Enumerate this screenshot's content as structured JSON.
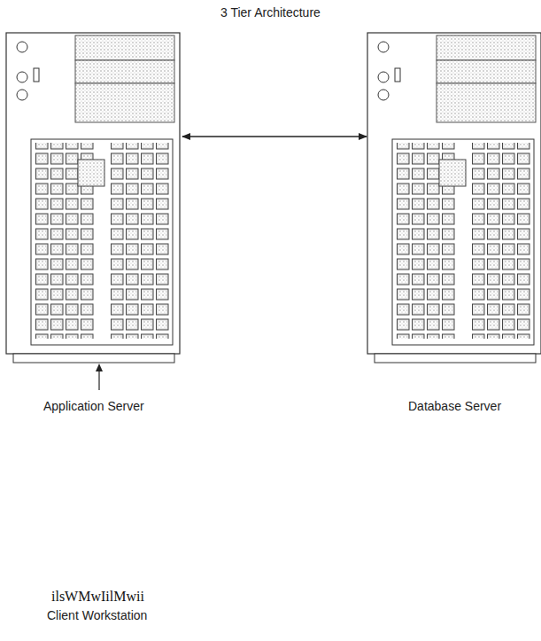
{
  "diagram": {
    "title": "3 Tier Architecture",
    "nodes": [
      {
        "text": [
          "Application Server"
        ]
      },
      {
        "text": [
          "Database Server"
        ]
      },
      {
        "text": [
          "Client Workstation"
        ]
      }
    ],
    "edges": [
      {
        "from": 0,
        "to": 1,
        "arrow": "both"
      }
    ],
    "labels": [
      "ilsWMwIilMwii"
    ]
  }
}
